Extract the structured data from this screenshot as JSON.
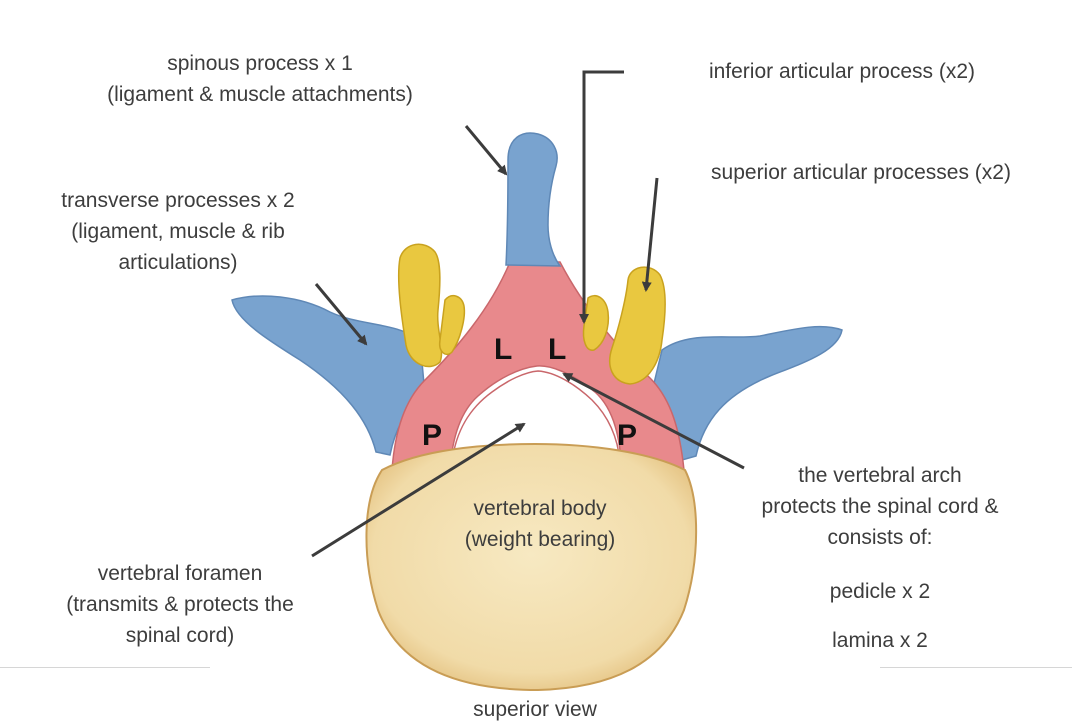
{
  "colors": {
    "spinous_blue": "#79a3cf",
    "arch_pink": "#e8898c",
    "articular_yellow": "#e9c840",
    "body_cream": "#f2dfae",
    "body_rim": "#e7c88a",
    "arrow": "#3c3c3c"
  },
  "labels": {
    "spinous": {
      "line1": "spinous process x 1",
      "line2": "(ligament & muscle attachments)"
    },
    "transverse": {
      "line1": "transverse processes x 2",
      "line2": "(ligament, muscle & rib",
      "line3": "articulations)"
    },
    "inferior_articular": {
      "text": "inferior articular process (x2)"
    },
    "superior_articular": {
      "text": "superior articular processes (x2)"
    },
    "vertebral_arch": {
      "line1": "the vertebral arch",
      "line2": "protects the spinal cord &",
      "line3": "consists of:",
      "pedicle": "pedicle x 2",
      "lamina": "lamina x 2"
    },
    "foramen": {
      "line1": "vertebral foramen",
      "line2": "(transmits & protects the",
      "line3": "spinal cord)"
    },
    "body": {
      "line1": "vertebral body",
      "line2": "(weight bearing)"
    },
    "view": {
      "text": "superior view"
    }
  },
  "markers": {
    "lamina_left": "L",
    "lamina_right": "L",
    "pedicle_left": "P",
    "pedicle_right": "P"
  }
}
